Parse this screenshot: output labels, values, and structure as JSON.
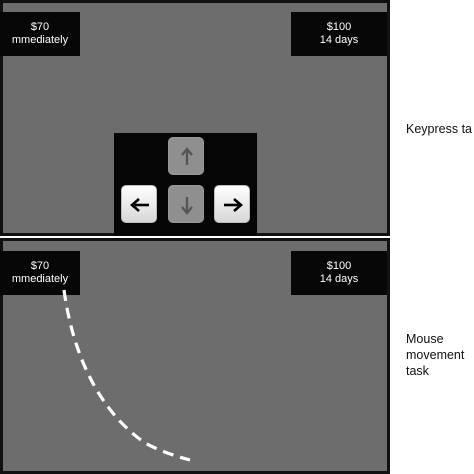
{
  "keypress_panel": {
    "left_option": {
      "amount": "$70",
      "timing": "mmediately"
    },
    "right_option": {
      "amount": "$100",
      "timing": "14 days"
    },
    "keys": {
      "up": "arrow-up-icon",
      "down": "arrow-down-icon",
      "left": "arrow-left-icon",
      "right": "arrow-right-icon"
    }
  },
  "mouse_panel": {
    "left_option": {
      "amount": "$70",
      "timing": "mmediately"
    },
    "right_option": {
      "amount": "$100",
      "timing": "14 days"
    }
  },
  "labels": {
    "keypress": "Keypress ta",
    "mouse_line1": "Mouse",
    "mouse_line2": "movement",
    "mouse_line3": "task"
  },
  "colors": {
    "panel_background": "#6d6d6d",
    "option_background": "#070707",
    "mouse_path": "#ffffff"
  }
}
